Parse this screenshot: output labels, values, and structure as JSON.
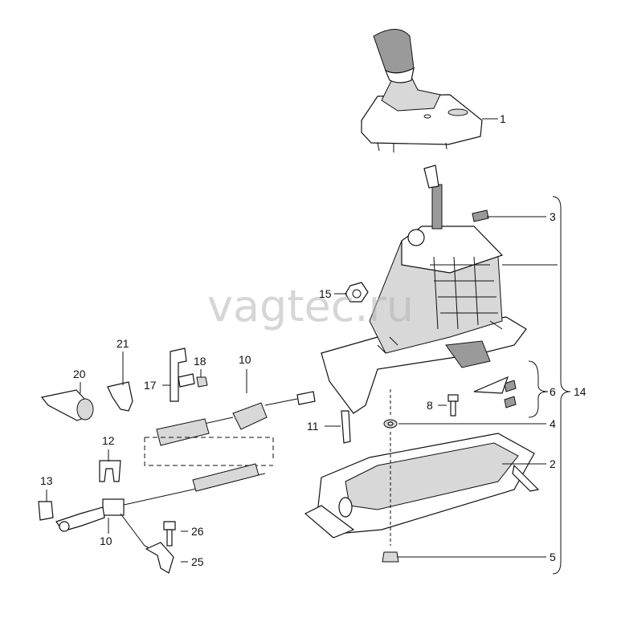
{
  "watermark": "vagtec.ru",
  "callouts": {
    "c1": "1",
    "c2": "2",
    "c3": "3",
    "c4": "4",
    "c5": "5",
    "c6": "6",
    "c8": "8",
    "c10a": "10",
    "c10b": "10",
    "c11": "11",
    "c12": "12",
    "c13": "13",
    "c14": "14",
    "c15": "15",
    "c17": "17",
    "c18": "18",
    "c20": "20",
    "c21": "21",
    "c25": "25",
    "c26": "26"
  }
}
